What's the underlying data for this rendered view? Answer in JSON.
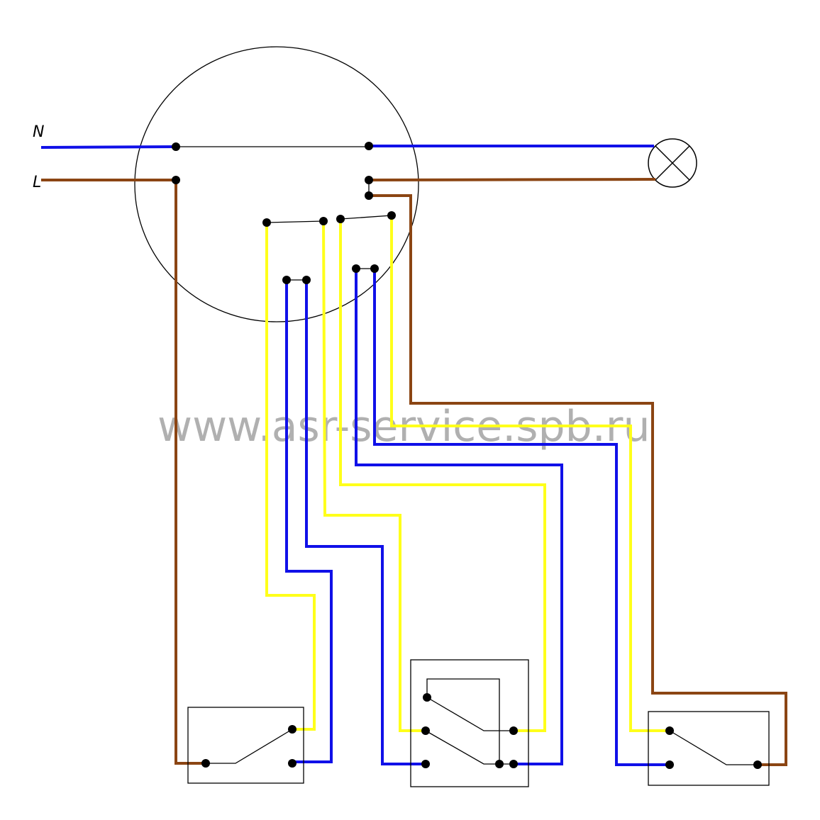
{
  "labels": {
    "neutral": "N",
    "live": "L",
    "watermark": "www.asr-service.spb.ru"
  },
  "colors": {
    "neutral_wire": "#1010e8",
    "live_wire": "#8b4513",
    "traveler_yellow": "#ffff1a",
    "traveler_blue": "#1010e8",
    "link_wire": "#000000",
    "background": "#ffffff"
  },
  "components": {
    "junction_box": "circle",
    "lamp": "crossed-circle",
    "switches": [
      "two-way switch",
      "intermediate (cross) switch",
      "two-way switch"
    ]
  }
}
